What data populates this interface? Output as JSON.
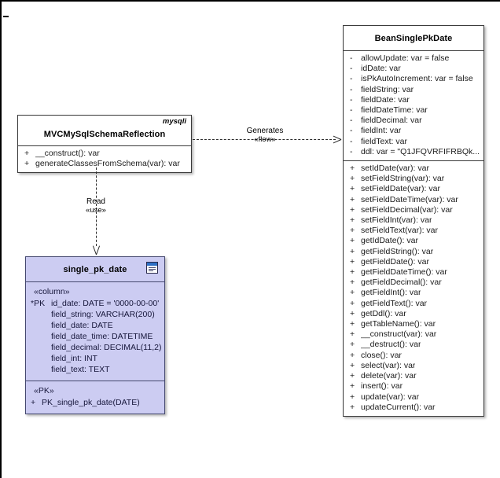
{
  "diagram": {
    "type": "uml-class-diagram",
    "classes": [
      {
        "id": "bean",
        "name": "BeanSinglePkDate",
        "stereotype": "",
        "attributes": [
          {
            "visibility": "-",
            "signature": "allowUpdate: var = false"
          },
          {
            "visibility": "-",
            "signature": "idDate: var"
          },
          {
            "visibility": "-",
            "signature": "isPkAutoIncrement: var = false"
          },
          {
            "visibility": "-",
            "signature": "fieldString: var"
          },
          {
            "visibility": "-",
            "signature": "fieldDate: var"
          },
          {
            "visibility": "-",
            "signature": "fieldDateTime: var"
          },
          {
            "visibility": "-",
            "signature": "fieldDecimal: var"
          },
          {
            "visibility": "-",
            "signature": "fieldInt: var"
          },
          {
            "visibility": "-",
            "signature": "fieldText: var"
          },
          {
            "visibility": "-",
            "signature": "ddl: var = \"Q1JFQVRFIFRBQk..."
          }
        ],
        "operations": [
          {
            "visibility": "+",
            "signature": "setIdDate(var): var"
          },
          {
            "visibility": "+",
            "signature": "setFieldString(var): var"
          },
          {
            "visibility": "+",
            "signature": "setFieldDate(var): var"
          },
          {
            "visibility": "+",
            "signature": "setFieldDateTime(var): var"
          },
          {
            "visibility": "+",
            "signature": "setFieldDecimal(var): var"
          },
          {
            "visibility": "+",
            "signature": "setFieldInt(var): var"
          },
          {
            "visibility": "+",
            "signature": "setFieldText(var): var"
          },
          {
            "visibility": "+",
            "signature": "getIdDate(): var"
          },
          {
            "visibility": "+",
            "signature": "getFieldString(): var"
          },
          {
            "visibility": "+",
            "signature": "getFieldDate(): var"
          },
          {
            "visibility": "+",
            "signature": "getFieldDateTime(): var"
          },
          {
            "visibility": "+",
            "signature": "getFieldDecimal(): var"
          },
          {
            "visibility": "+",
            "signature": "getFieldInt(): var"
          },
          {
            "visibility": "+",
            "signature": "getFieldText(): var"
          },
          {
            "visibility": "+",
            "signature": "getDdl(): var"
          },
          {
            "visibility": "+",
            "signature": "getTableName(): var"
          },
          {
            "visibility": "+",
            "signature": "__construct(var): var"
          },
          {
            "visibility": "+",
            "signature": "__destruct(): var"
          },
          {
            "visibility": "+",
            "signature": "close(): var"
          },
          {
            "visibility": "+",
            "signature": "select(var): var"
          },
          {
            "visibility": "+",
            "signature": "delete(var): var"
          },
          {
            "visibility": "+",
            "signature": "insert(): var"
          },
          {
            "visibility": "+",
            "signature": "update(var): var"
          },
          {
            "visibility": "+",
            "signature": "updateCurrent(): var"
          }
        ]
      },
      {
        "id": "reflect",
        "name": "MVCMySqlSchemaReflection",
        "stereotype": "mysqli",
        "operations": [
          {
            "visibility": "+",
            "signature": "__construct(): var"
          },
          {
            "visibility": "+",
            "signature": "generateClassesFromSchema(var): var"
          }
        ]
      }
    ],
    "entity": {
      "id": "table",
      "name": "single_pk_date",
      "icon": "table-icon",
      "column_stereotype": "«column»",
      "columns": [
        {
          "key": "*PK",
          "definition": "id_date: DATE = '0000-00-00'"
        },
        {
          "key": "",
          "definition": "field_string: VARCHAR(200)"
        },
        {
          "key": "",
          "definition": "field_date: DATE"
        },
        {
          "key": "",
          "definition": "field_date_time: DATETIME"
        },
        {
          "key": "",
          "definition": "field_decimal: DECIMAL(11,2)"
        },
        {
          "key": "",
          "definition": "field_int: INT"
        },
        {
          "key": "",
          "definition": "field_text: TEXT"
        }
      ],
      "pk_stereotype": "«PK»",
      "pk_constraints": [
        {
          "visibility": "+",
          "signature": "PK_single_pk_date(DATE)"
        }
      ]
    },
    "relationships": [
      {
        "id": "generates",
        "label": "Generates",
        "stereotype": "«flow»",
        "style": "dashed",
        "arrow": "open"
      },
      {
        "id": "read",
        "label": "Read",
        "stereotype": "«use»",
        "style": "dashed",
        "arrow": "open"
      }
    ],
    "colors": {
      "entity_fill": "#ccccf2",
      "entity_border": "#44486e",
      "class_border": "#3a3a3a",
      "class_fill": "#ffffff",
      "icon_accent": "#2e6fc4"
    }
  }
}
